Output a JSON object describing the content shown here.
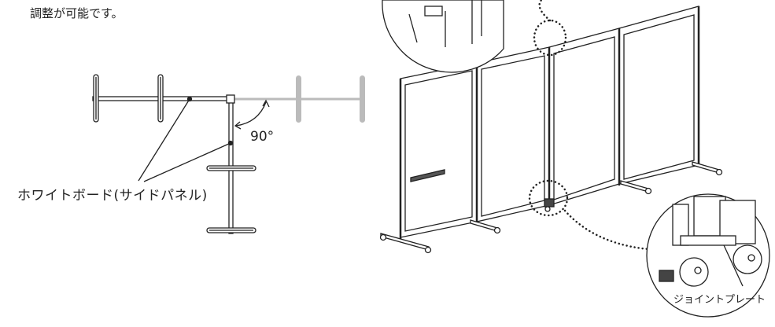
{
  "texts": {
    "top": "調整が可能です。",
    "whiteboard_label": "ホワイトボード(サイドパネル)",
    "angle": "90°",
    "joint_plate": "ジョイントプレート"
  },
  "colors": {
    "line": "#222222",
    "ghost": "#bbbbbb",
    "panel_fill": "#ffffff"
  }
}
